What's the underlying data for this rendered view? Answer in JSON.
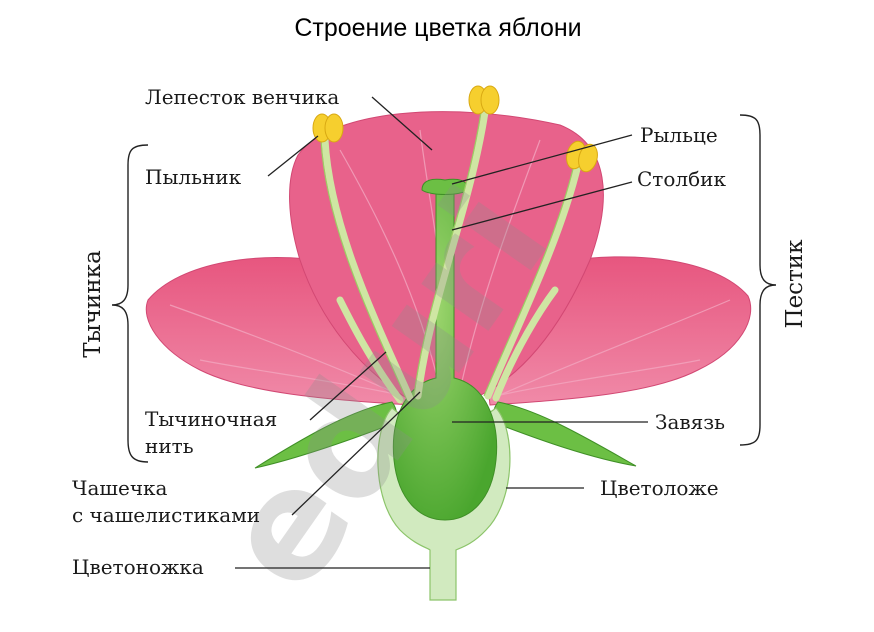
{
  "title": "Строение цветка яблони",
  "labels": {
    "petal": "Лепесток венчика",
    "anther": "Пыльник",
    "stigma": "Рыльце",
    "style": "Столбик",
    "filament_line1": "Тычиночная",
    "filament_line2": "нить",
    "ovary": "Завязь",
    "calyx_line1": "Чашечка",
    "calyx_line2": "с чашелистиками",
    "receptacle": "Цветоложе",
    "pedicel": "Цветоножка"
  },
  "groups": {
    "stamen": "Тычинка",
    "pistil": "Пестик"
  },
  "watermark": "eduri",
  "colors": {
    "petal": "#e9608a",
    "petal_light": "#f4a3bd",
    "green_dark": "#5cb83c",
    "green_light": "#cde8b8",
    "anther": "#f7d23a",
    "watermark": "#9a9a9a"
  }
}
